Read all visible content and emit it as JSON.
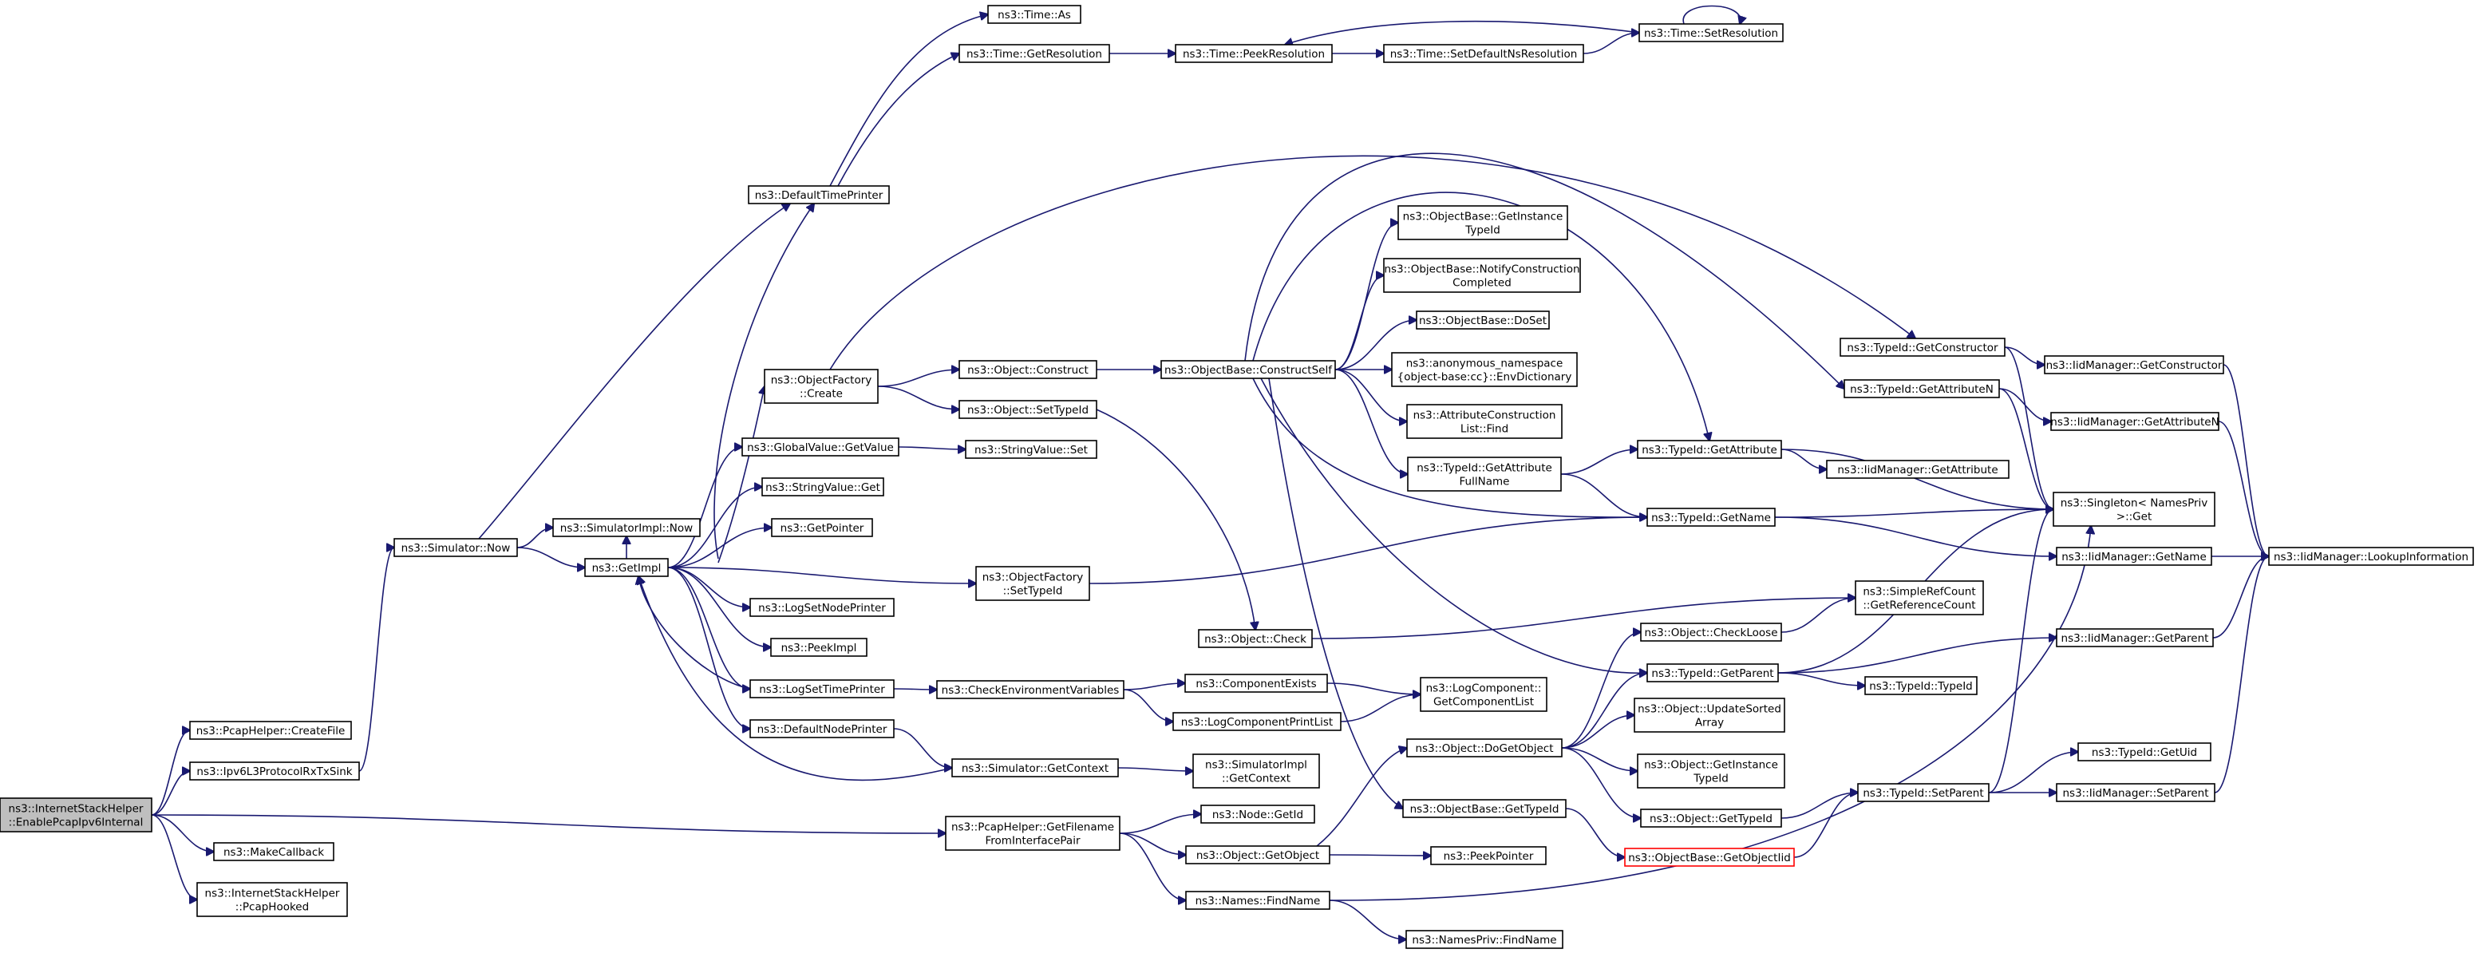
{
  "colors": {
    "edge": "#191970",
    "node_border": "#000000",
    "root_fill": "#bfbfbf",
    "unresolved_border": "#ff0000"
  },
  "nodes": [
    {
      "id": "root",
      "lines": [
        "ns3::InternetStackHelper",
        "::EnablePcapIpv6Internal"
      ],
      "style": "root"
    },
    {
      "id": "pcapCreateFile",
      "lines": [
        "ns3::PcapHelper::CreateFile"
      ]
    },
    {
      "id": "ipv6Sink",
      "lines": [
        "ns3::Ipv6L3ProtocolRxTxSink"
      ]
    },
    {
      "id": "makeCallback",
      "lines": [
        "ns3::MakeCallback"
      ]
    },
    {
      "id": "pcapHooked",
      "lines": [
        "ns3::InternetStackHelper",
        "::PcapHooked"
      ]
    },
    {
      "id": "simNow",
      "lines": [
        "ns3::Simulator::Now"
      ]
    },
    {
      "id": "simImplNow",
      "lines": [
        "ns3::SimulatorImpl::Now"
      ]
    },
    {
      "id": "getImpl",
      "lines": [
        "ns3::GetImpl"
      ]
    },
    {
      "id": "defTimePrinter",
      "lines": [
        "ns3::DefaultTimePrinter"
      ]
    },
    {
      "id": "timeAs",
      "lines": [
        "ns3::Time::As"
      ]
    },
    {
      "id": "timeGetRes",
      "lines": [
        "ns3::Time::GetResolution"
      ]
    },
    {
      "id": "timePeekRes",
      "lines": [
        "ns3::Time::PeekResolution"
      ]
    },
    {
      "id": "timeSetDefNs",
      "lines": [
        "ns3::Time::SetDefaultNsResolution"
      ]
    },
    {
      "id": "timeSetRes",
      "lines": [
        "ns3::Time::SetResolution"
      ]
    },
    {
      "id": "objFactoryCreate",
      "lines": [
        "ns3::ObjectFactory",
        "::Create"
      ]
    },
    {
      "id": "globalGetValue",
      "lines": [
        "ns3::GlobalValue::GetValue"
      ]
    },
    {
      "id": "stringValueGet",
      "lines": [
        "ns3::StringValue::Get"
      ]
    },
    {
      "id": "getPointer",
      "lines": [
        "ns3::GetPointer"
      ]
    },
    {
      "id": "logSetNodePrinter",
      "lines": [
        "ns3::LogSetNodePrinter"
      ]
    },
    {
      "id": "peekImpl",
      "lines": [
        "ns3::PeekImpl"
      ]
    },
    {
      "id": "logSetTimePrinter",
      "lines": [
        "ns3::LogSetTimePrinter"
      ]
    },
    {
      "id": "defNodePrinter",
      "lines": [
        "ns3::DefaultNodePrinter"
      ]
    },
    {
      "id": "objConstruct",
      "lines": [
        "ns3::Object::Construct"
      ]
    },
    {
      "id": "objSetTypeId",
      "lines": [
        "ns3::Object::SetTypeId"
      ]
    },
    {
      "id": "stringValueSet",
      "lines": [
        "ns3::StringValue::Set"
      ]
    },
    {
      "id": "objFactorySetTypeId",
      "lines": [
        "ns3::ObjectFactory",
        "::SetTypeId"
      ]
    },
    {
      "id": "objCheck",
      "lines": [
        "ns3::Object::Check"
      ]
    },
    {
      "id": "checkEnvVars",
      "lines": [
        "ns3::CheckEnvironmentVariables"
      ]
    },
    {
      "id": "componentExists",
      "lines": [
        "ns3::ComponentExists"
      ]
    },
    {
      "id": "logComponentPrintList",
      "lines": [
        "ns3::LogComponentPrintList"
      ]
    },
    {
      "id": "logComponentGetList",
      "lines": [
        "ns3::LogComponent::",
        "GetComponentList"
      ]
    },
    {
      "id": "simGetContext",
      "lines": [
        "ns3::Simulator::GetContext"
      ]
    },
    {
      "id": "simImplGetContext",
      "lines": [
        "ns3::SimulatorImpl",
        "::GetContext"
      ]
    },
    {
      "id": "pcapGetFilename",
      "lines": [
        "ns3::PcapHelper::GetFilename",
        "FromInterfacePair"
      ]
    },
    {
      "id": "nodeGetId",
      "lines": [
        "ns3::Node::GetId"
      ]
    },
    {
      "id": "objGetObject",
      "lines": [
        "ns3::Object::GetObject"
      ]
    },
    {
      "id": "namesFindName",
      "lines": [
        "ns3::Names::FindName"
      ]
    },
    {
      "id": "namesPrivFindName",
      "lines": [
        "ns3::NamesPriv::FindName"
      ]
    },
    {
      "id": "peekPointer",
      "lines": [
        "ns3::PeekPointer"
      ]
    },
    {
      "id": "objBaseConstructSelf",
      "lines": [
        "ns3::ObjectBase::ConstructSelf"
      ]
    },
    {
      "id": "objBaseGetInstTypeId",
      "lines": [
        "ns3::ObjectBase::GetInstance",
        "TypeId"
      ]
    },
    {
      "id": "objBaseNotifyConstr",
      "lines": [
        "ns3::ObjectBase::NotifyConstruction",
        "Completed"
      ]
    },
    {
      "id": "objBaseDoSet",
      "lines": [
        "ns3::ObjectBase::DoSet"
      ]
    },
    {
      "id": "envDictionary",
      "lines": [
        "ns3::anonymous_namespace",
        "{object-base:cc}::EnvDictionary"
      ]
    },
    {
      "id": "attrConstrListFind",
      "lines": [
        "ns3::AttributeConstruction",
        "List::Find"
      ]
    },
    {
      "id": "typeIdGetAttrFullName",
      "lines": [
        "ns3::TypeId::GetAttribute",
        "FullName"
      ]
    },
    {
      "id": "objDoGetObject",
      "lines": [
        "ns3::Object::DoGetObject"
      ]
    },
    {
      "id": "objBaseGetTypeId",
      "lines": [
        "ns3::ObjectBase::GetTypeId"
      ]
    },
    {
      "id": "objBaseGetObjectIid",
      "lines": [
        "ns3::ObjectBase::GetObjectIid"
      ],
      "style": "red"
    },
    {
      "id": "typeIdGetConstructor",
      "lines": [
        "ns3::TypeId::GetConstructor"
      ]
    },
    {
      "id": "typeIdGetAttributeN",
      "lines": [
        "ns3::TypeId::GetAttributeN"
      ]
    },
    {
      "id": "typeIdGetAttribute",
      "lines": [
        "ns3::TypeId::GetAttribute"
      ]
    },
    {
      "id": "typeIdGetName",
      "lines": [
        "ns3::TypeId::GetName"
      ]
    },
    {
      "id": "objCheckLoose",
      "lines": [
        "ns3::Object::CheckLoose"
      ]
    },
    {
      "id": "typeIdGetParent",
      "lines": [
        "ns3::TypeId::GetParent"
      ]
    },
    {
      "id": "objUpdateSorted",
      "lines": [
        "ns3::Object::UpdateSorted",
        "Array"
      ]
    },
    {
      "id": "objGetInstTypeId",
      "lines": [
        "ns3::Object::GetInstance",
        "TypeId"
      ]
    },
    {
      "id": "objGetTypeId",
      "lines": [
        "ns3::Object::GetTypeId"
      ]
    },
    {
      "id": "typeIdSetParent",
      "lines": [
        "ns3::TypeId::SetParent"
      ]
    },
    {
      "id": "iidGetAttribute",
      "lines": [
        "ns3::IidManager::GetAttribute"
      ]
    },
    {
      "id": "simpleRefCount",
      "lines": [
        "ns3::SimpleRefCount",
        "::GetReferenceCount"
      ]
    },
    {
      "id": "typeIdTypeId",
      "lines": [
        "ns3::TypeId::TypeId"
      ]
    },
    {
      "id": "typeIdGetUid",
      "lines": [
        "ns3::TypeId::GetUid"
      ]
    },
    {
      "id": "iidGetConstructor",
      "lines": [
        "ns3::IidManager::GetConstructor"
      ]
    },
    {
      "id": "iidGetAttributeN",
      "lines": [
        "ns3::IidManager::GetAttributeN"
      ]
    },
    {
      "id": "singletonGet",
      "lines": [
        "ns3::Singleton< NamesPriv",
        " >::Get"
      ]
    },
    {
      "id": "iidGetName",
      "lines": [
        "ns3::IidManager::GetName"
      ]
    },
    {
      "id": "iidGetParent",
      "lines": [
        "ns3::IidManager::GetParent"
      ]
    },
    {
      "id": "iidSetParent",
      "lines": [
        "ns3::IidManager::SetParent"
      ]
    },
    {
      "id": "iidLookupInfo",
      "lines": [
        "ns3::IidManager::LookupInformation"
      ]
    }
  ]
}
